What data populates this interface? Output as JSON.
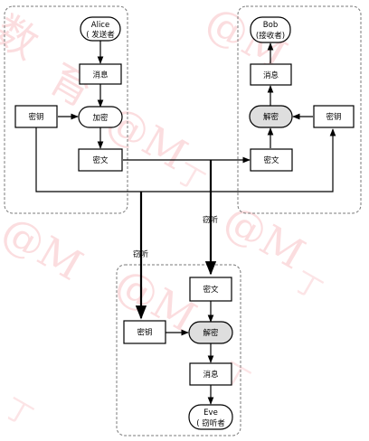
{
  "nodes": {
    "alice": {
      "line1": "Alice",
      "line2": "( 发送者"
    },
    "alice_msg": "消息",
    "alice_key": "密钥",
    "alice_encrypt": "加密",
    "alice_cipher": "密文",
    "bob": {
      "line1": "Bob",
      "line2": "(接收者)"
    },
    "bob_msg": "消息",
    "bob_decrypt": "解密",
    "bob_key": "密钥",
    "bob_cipher": "密文",
    "eve_cipher": "密文",
    "eve_key": "密钥",
    "eve_decrypt": "解密",
    "eve_msg": "消息",
    "eve": {
      "line1": "Eve",
      "line2": "( 窃听者"
    }
  },
  "edge_labels": {
    "eavesdrop_cipher": "窃听",
    "eavesdrop_key": "窃听"
  },
  "watermark": {
    "text": "@M",
    "color": "#e60012"
  }
}
